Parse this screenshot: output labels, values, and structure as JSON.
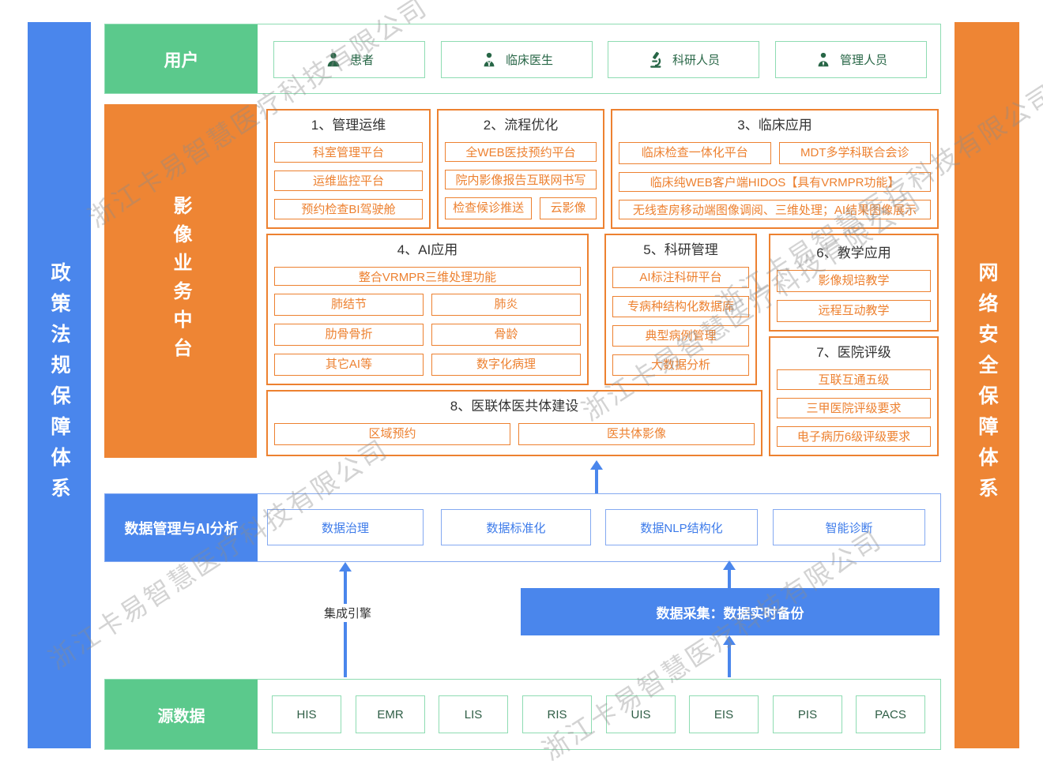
{
  "watermark": "浙江卡易智慧医疗科技有限公司",
  "colors": {
    "blue": "#4a86ec",
    "green": "#5bc98c",
    "orange": "#ee8534",
    "orange_line": "#ed8130",
    "green_dark": "#276646",
    "blue_text": "#3d7bea"
  },
  "left_bar": {
    "label": "政策法规保障体系"
  },
  "right_bar": {
    "label": "网络安全保障体系"
  },
  "users": {
    "label": "用户",
    "items": [
      {
        "icon": "patient-icon",
        "label": "患者"
      },
      {
        "icon": "doctor-icon",
        "label": "临床医生"
      },
      {
        "icon": "researcher-icon",
        "label": "科研人员"
      },
      {
        "icon": "admin-icon",
        "label": "管理人员"
      }
    ]
  },
  "platform": {
    "label": "影像业务中台",
    "s1": {
      "title": "1、管理运维",
      "items": [
        "科室管理平台",
        "运维监控平台",
        "预约检查BI驾驶舱"
      ]
    },
    "s2": {
      "title": "2、流程优化",
      "items": [
        "全WEB医技预约平台",
        "院内影像报告互联网书写",
        "检查候诊推送",
        "云影像"
      ]
    },
    "s3": {
      "title": "3、临床应用",
      "items": [
        "临床检查一体化平台",
        "MDT多学科联合会诊",
        "临床纯WEB客户端HIDOS【具有VRMPR功能】",
        "无线查房移动端图像调阅、三维处理；AI结果图像展示"
      ]
    },
    "s4": {
      "title": "4、AI应用",
      "items": [
        "整合VRMPR三维处理功能",
        "肺结节",
        "肺炎",
        "肋骨骨折",
        "骨龄",
        "其它AI等",
        "数字化病理"
      ]
    },
    "s5": {
      "title": "5、科研管理",
      "items": [
        "AI标注科研平台",
        "专病种结构化数据库",
        "典型病例管理",
        "大数据分析"
      ]
    },
    "s6": {
      "title": "6、教学应用",
      "items": [
        "影像规培教学",
        "远程互动教学"
      ]
    },
    "s7": {
      "title": "7、医院评级",
      "items": [
        "互联互通五级",
        "三甲医院评级要求",
        "电子病历6级评级要求"
      ]
    },
    "s8": {
      "title": "8、医联体医共体建设",
      "items": [
        "区域预约",
        "医共体影像"
      ]
    }
  },
  "data_mgmt": {
    "label": "数据管理与AI分析",
    "items": [
      "数据治理",
      "数据标准化",
      "数据NLP结构化",
      "智能诊断"
    ]
  },
  "middle": {
    "integration_engine": "集成引擎",
    "data_collection": "数据采集：数据实时备份"
  },
  "source": {
    "label": "源数据",
    "items": [
      "HIS",
      "EMR",
      "LIS",
      "RIS",
      "UIS",
      "EIS",
      "PIS",
      "PACS"
    ]
  }
}
